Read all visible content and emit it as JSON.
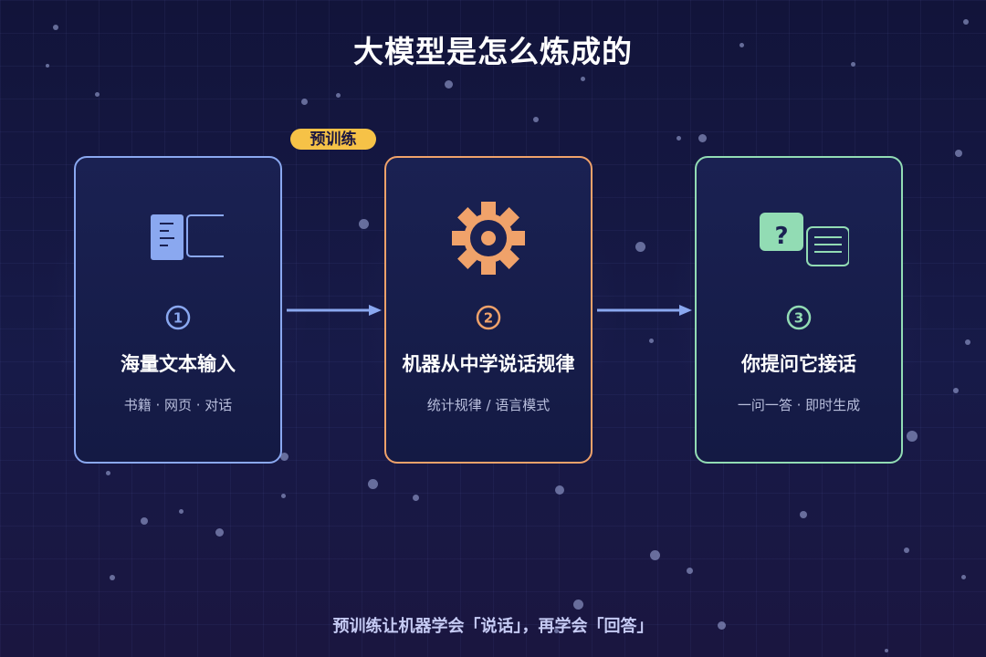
{
  "title": "大模型是怎么炼成的",
  "badge": "预训练",
  "steps": [
    {
      "number": "1",
      "title": "海量文本输入",
      "subtitle": "书籍 · 网页 · 对话",
      "icon": "book-page-icon",
      "color": "#8aa8f0"
    },
    {
      "number": "2",
      "title": "机器从中学说话规律",
      "subtitle": "统计规律 / 语言模式",
      "icon": "gear-icon",
      "color": "#f0a26a"
    },
    {
      "number": "3",
      "title": "你提问它接话",
      "subtitle": "一问一答 · 即时生成",
      "icon": "chat-bubbles-icon",
      "color": "#92dcb4"
    }
  ],
  "question_mark": "?",
  "footer": "预训练让机器学会「说话」，再学会「回答」",
  "colors": {
    "accent_badge": "#f6c247",
    "arrow": "#8aa8f0"
  }
}
